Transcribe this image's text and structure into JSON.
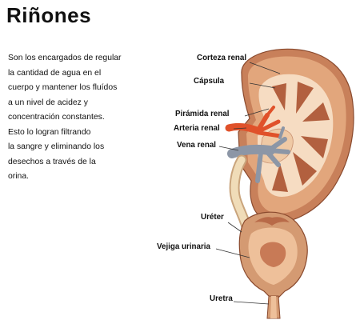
{
  "title": "Riñones",
  "description_lines": [
    "Son los encargados de regular",
    "la cantidad de agua en el",
    "cuerpo y mantener los fluídos",
    "a un nivel de acidez y",
    "concentración constantes.",
    "Esto lo logran filtrando",
    "la sangre y eliminando los",
    "desechos a través de la",
    "orina."
  ],
  "labels": {
    "corteza": "Corteza renal",
    "capsula": "Cápsula",
    "piramide": "Pirámida renal",
    "arteria": "Arteria renal",
    "vena": "Vena renal",
    "ureter": "Uréter",
    "vejiga": "Vejiga urinaria",
    "uretra": "Uretra"
  },
  "colors": {
    "kidney_outer": "#c8805a",
    "kidney_cortex": "#e2a67c",
    "kidney_medulla": "#f6dcc2",
    "pyramid": "#b2603f",
    "artery": "#e0512a",
    "vein": "#8c96a6",
    "ureter": "#f0dcb8",
    "bladder": "#d49a72"
  }
}
